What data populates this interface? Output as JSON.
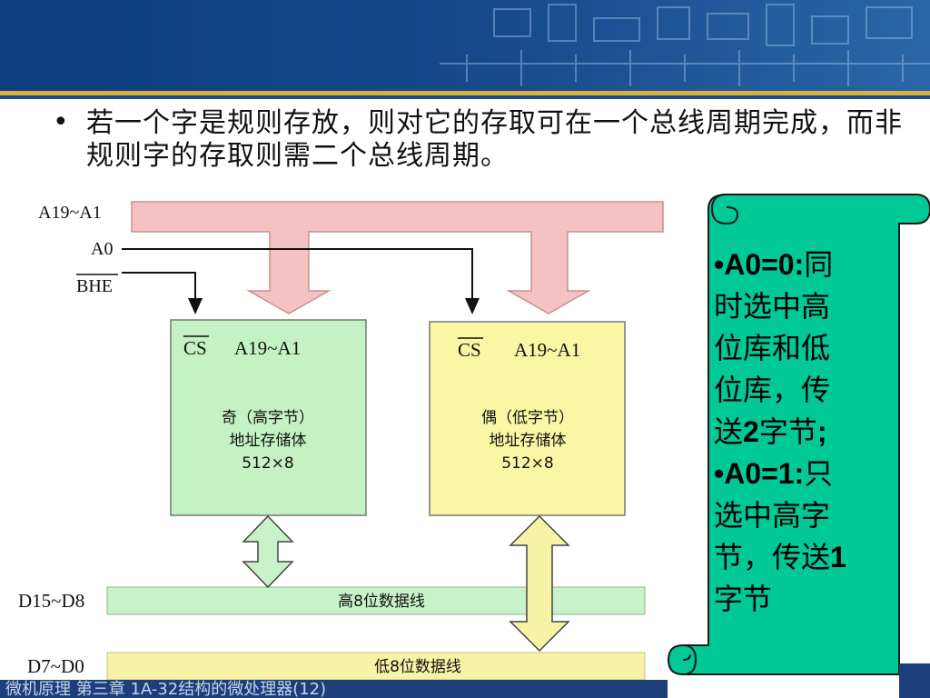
{
  "slide": {
    "bullet": "•",
    "text": "若一个字是规则存放，则对它的存取可在一个总线周期完成，而非规则字的存取则需二个总线周期。"
  },
  "diagram": {
    "signals": {
      "a19_a1": "A19~A1",
      "a0": "A0",
      "bhe": "BHE"
    },
    "odd_bank": {
      "cs": "CS",
      "addr": "A19~A1",
      "line1": "奇（高字节）",
      "line2": "地址存储体",
      "line3": "512×8"
    },
    "even_bank": {
      "cs": "CS",
      "addr": "A19~A1",
      "line1": "偶（低字节）",
      "line2": "地址存储体",
      "line3": "512×8"
    },
    "high_bus": {
      "label": "D15~D8",
      "name": "高8位数据线"
    },
    "low_bus": {
      "label": "D7~D0",
      "name": "低8位数据线"
    },
    "colors": {
      "address_bus": "#f4c2c2",
      "odd_bank": "#c4f2c4",
      "even_bank": "#f9f7a4",
      "high_bus": "#c8f2c8",
      "low_bus": "#f6f2a6",
      "scroll": "#00c896"
    }
  },
  "note": {
    "l1_bold": "•A0=0:",
    "l1_rest": "同",
    "l2": "时选中高",
    "l3": "位库和低",
    "l4": "位库，传",
    "l5_a": "送",
    "l5_b": "2",
    "l5_c": "字节",
    "l5_d": ";",
    "l6_bold": "•A0=1:",
    "l6_rest": "只",
    "l7": "选中高字",
    "l8_a": "节，传送",
    "l8_b": "1",
    "l9": "字节"
  },
  "footer": {
    "text": "微机原理 第三章 1A-32结构的微处理器(12)"
  }
}
